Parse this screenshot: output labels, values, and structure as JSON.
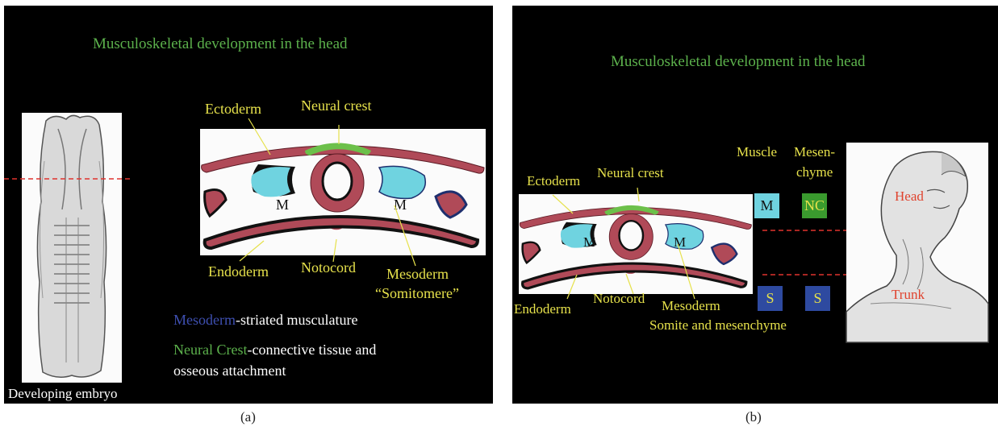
{
  "panel_a": {
    "title": "Musculoskeletal development in the head",
    "embryo_caption": "Developing embryo",
    "labels": {
      "ectoderm": "Ectoderm",
      "neural_crest": "Neural crest",
      "endoderm": "Endoderm",
      "notocord": "Notocord",
      "mesoderm": "Mesoderm",
      "somitomere": "“Somitomere”",
      "m_left": "M",
      "m_right": "M"
    },
    "legend": {
      "mesoderm_word": "Mesoderm",
      "mesoderm_rest": "-striated musculature",
      "nc_word": "Neural Crest",
      "nc_rest_line1": "-connective tissue and",
      "nc_line2": "osseous attachment"
    },
    "caption": "(a)"
  },
  "panel_b": {
    "title": "Musculoskeletal development in the head",
    "labels": {
      "ectoderm": "Ectoderm",
      "neural_crest": "Neural crest",
      "endoderm": "Endoderm",
      "notocord": "Notocord",
      "mesoderm": "Mesoderm",
      "somite_mesenchyme": "Somite and mesenchyme",
      "m_left": "M",
      "m_right": "M"
    },
    "columns": {
      "muscle": "Muscle",
      "mesen_1": "Mesen-",
      "mesen_2": "chyme"
    },
    "boxes": {
      "m": "M",
      "nc": "NC",
      "s1": "S",
      "s2": "S"
    },
    "head_label": "Head",
    "trunk_label": "Trunk",
    "caption": "(b)"
  },
  "colors": {
    "background": "#000000",
    "title_green": "#5cb14c",
    "label_yellow": "#e6e14b",
    "tissue_maroon": "#b04a58",
    "mesoderm_cyan": "#6fd3e0",
    "neural_crest_green": "#6cc04a",
    "navy": "#1e2f6e",
    "box_blue": "#2e4aa0",
    "box_green": "#3a9a2e",
    "red_dash": "#e0322e",
    "label_red": "#e0432e"
  }
}
